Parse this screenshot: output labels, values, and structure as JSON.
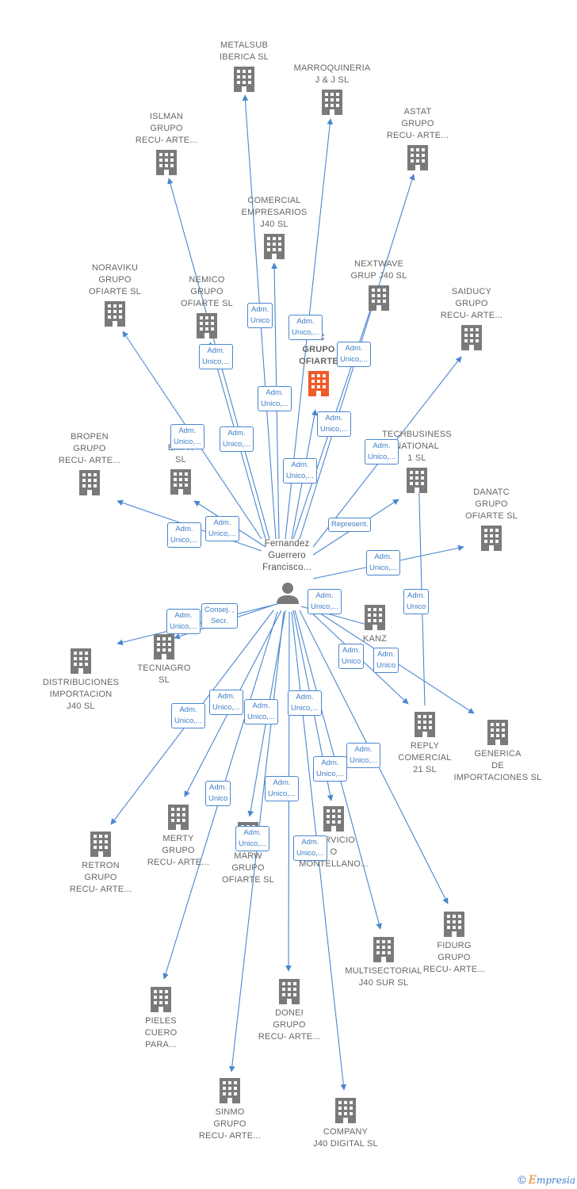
{
  "colors": {
    "edge": "#4a86d0",
    "building": "#7a7a7a",
    "focus_building": "#f05a28",
    "person": "#7a7a7a"
  },
  "center": {
    "name": "Fernandez\nGuerrero\nFrancisco..."
  },
  "nodes": [
    {
      "id": "metalsub",
      "label": "METALSUB\nIBERICA SL"
    },
    {
      "id": "marroquineria",
      "label": "MARROQUINERIA\nJ & J  SL"
    },
    {
      "id": "islman",
      "label": "ISLMAN\nGRUPO\nRECU- ARTE..."
    },
    {
      "id": "astat",
      "label": "ASTAT\nGRUPO\nRECU- ARTE..."
    },
    {
      "id": "comercial",
      "label": "COMERCIAL\nEMPRESARIOS\nJ40  SL"
    },
    {
      "id": "nextwave",
      "label": "NEXTWAVE\nGRUP J40  SL"
    },
    {
      "id": "noraviku",
      "label": "NORAVIKU\nGRUPO\nOFIARTE  SL"
    },
    {
      "id": "nemico",
      "label": "NEMICO\nGRUPO\nOFIARTE  SL"
    },
    {
      "id": "saiducy",
      "label": "SAIDUCY\nGRUPO\nRECU- ARTE..."
    },
    {
      "id": "focus",
      "label": "SC\nGRUPO\nOFIARTE"
    },
    {
      "id": "bropen",
      "label": "BROPEN\nGRUPO\nRECU- ARTE..."
    },
    {
      "id": "grupo_emp",
      "label": "GRU\nEMPR\nSL"
    },
    {
      "id": "techbusiness",
      "label": "TECHBUSINESS\nNATIONAL\n1 SL"
    },
    {
      "id": "danatc",
      "label": "DANATC\nGRUPO\nOFIARTE  SL"
    },
    {
      "id": "kanz",
      "label": "KANZ"
    },
    {
      "id": "tecniagro",
      "label": "TECNIAGRO\nSL"
    },
    {
      "id": "distribuciones",
      "label": "DISTRIBUCIONES\nIMPORTACION\nJ40  SL"
    },
    {
      "id": "reply",
      "label": "REPLY\nCOMERCIAL\n21 SL"
    },
    {
      "id": "generica",
      "label": "GENERICA\nDE\nIMPORTACIONES SL"
    },
    {
      "id": "merty",
      "label": "MERTY\nGRUPO\nRECU- ARTE..."
    },
    {
      "id": "marw",
      "label": "MARW\nGRUPO\nOFIARTE  SL"
    },
    {
      "id": "servicio",
      "label": "SERVICIO\nO\nMONTELLANO..."
    },
    {
      "id": "retron",
      "label": "RETRON\nGRUPO\nRECU- ARTE..."
    },
    {
      "id": "fidurg",
      "label": "FIDURG\nGRUPO\nRECU- ARTE..."
    },
    {
      "id": "multisectorial",
      "label": "MULTISECTORIAL\nJ40 SUR  SL"
    },
    {
      "id": "pieles",
      "label": "PIELES\nCUERO\nPARA..."
    },
    {
      "id": "donei",
      "label": "DONEI\nGRUPO\nRECU- ARTE..."
    },
    {
      "id": "sinmo",
      "label": "SINMO\nGRUPO\nRECU- ARTE..."
    },
    {
      "id": "company",
      "label": "COMPANY\nJ40 DIGITAL  SL"
    }
  ],
  "edge_labels": [
    {
      "id": "el_metalsub",
      "text": "Adm.\nUnico"
    },
    {
      "id": "el_marroq",
      "text": "Adm.\nUnico,..."
    },
    {
      "id": "el_nextwave",
      "text": "Adm.\nUnico,..."
    },
    {
      "id": "el_islman",
      "text": "Adm.\nUnico,..."
    },
    {
      "id": "el_comercial",
      "text": "Adm.\nUnico,..."
    },
    {
      "id": "el_astat",
      "text": "Adm.\nUnico,..."
    },
    {
      "id": "el_noraviku",
      "text": "Adm.\nUnico,..."
    },
    {
      "id": "el_nemico",
      "text": "Adm.\nUnico,..."
    },
    {
      "id": "el_techb",
      "text": "Adm.\nUnico,..."
    },
    {
      "id": "el_focus",
      "text": "Adm.\nUnico,..."
    },
    {
      "id": "el_bropen",
      "text": "Adm.\nUnico,..."
    },
    {
      "id": "el_grupoemp",
      "text": "Adm.\nUnico,..."
    },
    {
      "id": "el_represent",
      "text": "Represent."
    },
    {
      "id": "el_danatc",
      "text": "Adm.\nUnico,..."
    },
    {
      "id": "el_kanz",
      "text": "Adm.\nUnico,..."
    },
    {
      "id": "el_reply",
      "text": "Adm.\nUnico"
    },
    {
      "id": "el_consej",
      "text": "Consej. ,\nSecr."
    },
    {
      "id": "el_distrib",
      "text": "Adm.\nUnico,..."
    },
    {
      "id": "el_kanz2",
      "text": "Adm.\nUnico"
    },
    {
      "id": "el_generica",
      "text": "Adm.\nUnico"
    },
    {
      "id": "el_merty",
      "text": "Adm.\nUnico,..."
    },
    {
      "id": "el_marw",
      "text": "Adm.\nUnico,..."
    },
    {
      "id": "el_servicio",
      "text": "Adm.\nUnico,..."
    },
    {
      "id": "el_retron",
      "text": "Adm.\nUnico,..."
    },
    {
      "id": "el_fidurg",
      "text": "Adm.\nUnico,..."
    },
    {
      "id": "el_multi",
      "text": "Adm.\nUnico,..."
    },
    {
      "id": "el_pieles",
      "text": "Adm.\nUnico"
    },
    {
      "id": "el_donei",
      "text": "Adm.\nUnico,..."
    },
    {
      "id": "el_sinmo",
      "text": "Adm.\nUnico,..."
    },
    {
      "id": "el_company",
      "text": "Adm.\nUnico,..."
    }
  ],
  "brand": {
    "copyright": "©",
    "initial": "E",
    "rest": "mpresia"
  }
}
